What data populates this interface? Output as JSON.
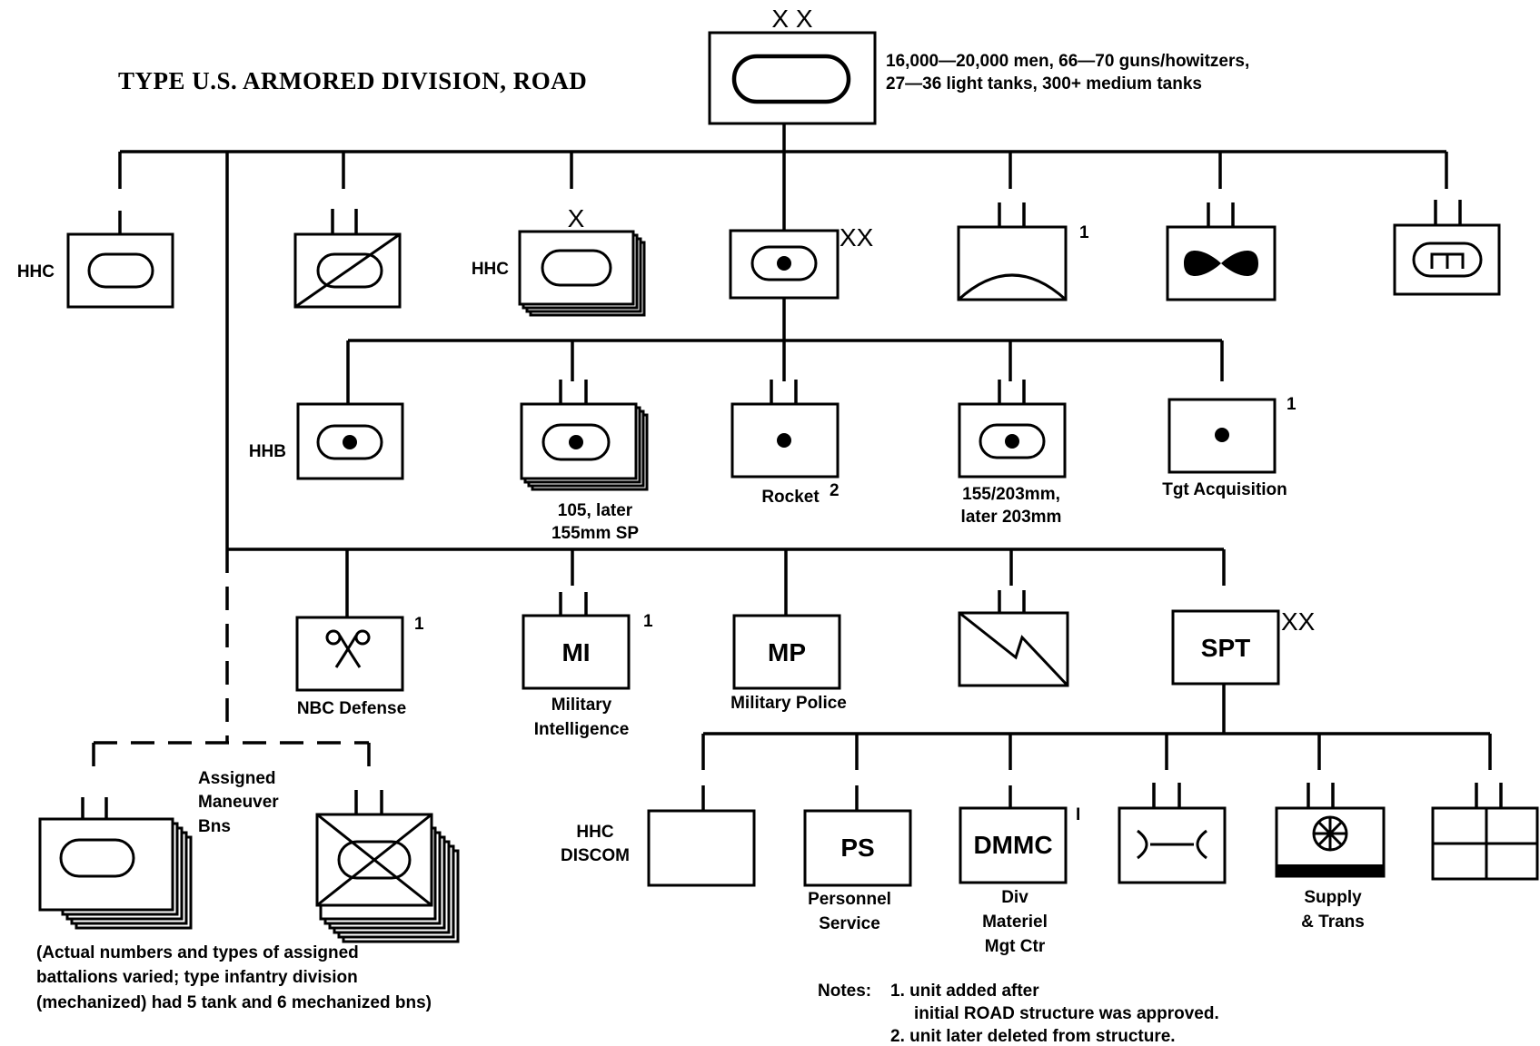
{
  "title": "TYPE U.S. ARMORED DIVISION, ROAD",
  "division": {
    "echelon": "X X",
    "info_line1": "16,000—20,000 men, 66—70 guns/howitzers,",
    "info_line2": "27—36 light tanks, 300+ medium tanks"
  },
  "row1": {
    "hhc": {
      "label": "HHC",
      "icon": "armor-oval"
    },
    "cavalry": {
      "icon": "cavalry-slash"
    },
    "brigade_hq": {
      "label": "HHC",
      "echelon": "X",
      "icon": "armor-oval"
    },
    "div_arty": {
      "echelon": "XX",
      "icon": "armored-artillery"
    },
    "engineer": {
      "note": "1",
      "icon": "engineer-arc"
    },
    "aviation": {
      "icon": "aviation-bowtie"
    },
    "signal_armored": {
      "icon": "armored-engineer"
    }
  },
  "artillery_row": {
    "hhb": {
      "label": "HHB",
      "icon": "armored-artillery"
    },
    "howitzer_105": {
      "label_line1": "105, later",
      "label_line2": "155mm SP",
      "icon": "armored-artillery"
    },
    "rocket": {
      "label": "Rocket",
      "note": "2",
      "icon": "artillery-dot"
    },
    "howitzer_155": {
      "label_line1": "155/203mm,",
      "label_line2": "later 203mm",
      "icon": "armored-artillery"
    },
    "tgt_acq": {
      "label": "Tgt Acquisition",
      "note": "1",
      "icon": "artillery-dot"
    }
  },
  "row3": {
    "nbc": {
      "label": "NBC Defense",
      "note": "1",
      "icon": "chemical-retorts"
    },
    "mi": {
      "symbol": "MI",
      "label_line1": "Military",
      "label_line2": "Intelligence",
      "note": "1"
    },
    "mp": {
      "symbol": "MP",
      "label": "Military Police"
    },
    "signal": {
      "icon": "signal-lightning"
    },
    "spt": {
      "symbol": "SPT",
      "echelon": "XX"
    }
  },
  "maneuver": {
    "label_line1": "Assigned",
    "label_line2": "Maneuver",
    "label_line3": "Bns",
    "tank_icon": "armor-oval",
    "mech_icon": "mech-infantry",
    "note_line1": "(Actual numbers and types of assigned",
    "note_line2": "battalions varied; type infantry division",
    "note_line3": "(mechanized) had 5 tank and 6 mechanized bns)"
  },
  "discom": {
    "hhc_line1": "HHC",
    "hhc_line2": "DISCOM",
    "ps": {
      "symbol": "PS",
      "label_line1": "Personnel",
      "label_line2": "Service"
    },
    "dmmc": {
      "symbol": "DMMC",
      "note": "I",
      "label_line1": "Div",
      "label_line2": "Materiel",
      "label_line3": "Mgt Ctr"
    },
    "maintenance": {
      "icon": "maintenance-wrench"
    },
    "supply": {
      "label_line1": "Supply",
      "label_line2": "& Trans",
      "icon": "supply-wheel"
    },
    "medical": {
      "icon": "medical-cross"
    }
  },
  "notes": {
    "header": "Notes:",
    "n1_line1": "1. unit added after",
    "n1_line2": "initial ROAD structure was approved.",
    "n2": "2. unit later deleted from structure."
  }
}
